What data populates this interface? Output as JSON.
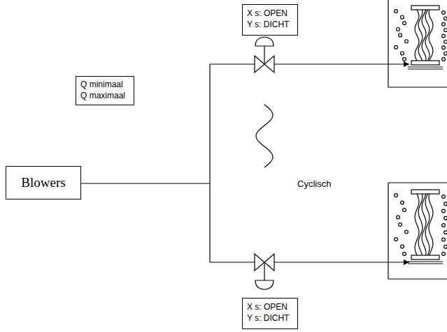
{
  "diagram": {
    "nodes": [
      {
        "text": [
          "X s: OPEN",
          "Y s: DICHT"
        ]
      },
      {
        "text": [
          "Q minimaal",
          "Q maximaal"
        ]
      },
      {
        "text": [
          "Blowers"
        ]
      },
      {
        "text": [
          "X s: OPEN",
          "Y s: DICHT"
        ]
      }
    ],
    "labels": [
      "Cyclisch"
    ]
  }
}
